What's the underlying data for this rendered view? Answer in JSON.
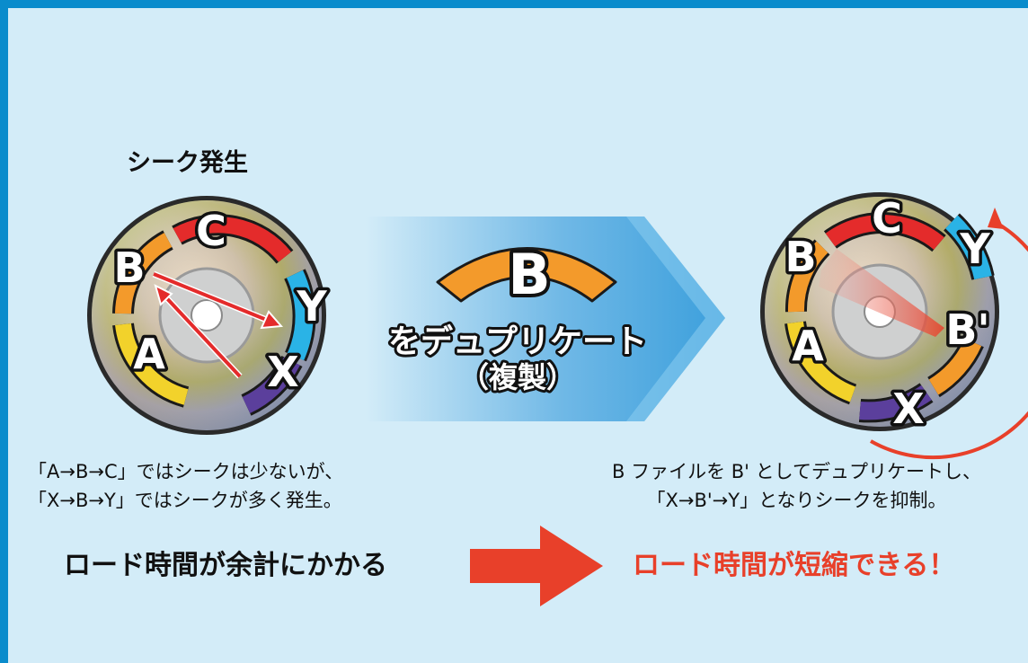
{
  "left_title": "シーク発生",
  "center": {
    "file_letter": "B",
    "action_line1": "をデュプリケート",
    "action_line2": "（複製）"
  },
  "left_disc": {
    "labels": [
      "C",
      "B",
      "A",
      "Y",
      "X"
    ]
  },
  "right_disc": {
    "labels": [
      "C",
      "B",
      "A",
      "Y",
      "B'",
      "X"
    ]
  },
  "left_caption": {
    "line1": "「A→B→C」ではシークは少ないが、",
    "line2": "「X→B→Y」ではシークが多く発生。"
  },
  "right_caption": {
    "line1": "B ファイルを B' としてデュプリケートし、",
    "line2": "「X→B'→Y」となりシークを抑制。"
  },
  "result_left": "ロード時間が余計にかかる",
  "result_right": "ロード時間が短縮できる！",
  "colors": {
    "background": "#d3ecf8",
    "border": "#0a8ccc",
    "segment_C": "#e42b2b",
    "segment_B": "#f39a2b",
    "segment_A": "#f2d22b",
    "segment_Y": "#2ab3e6",
    "segment_X": "#5b3f9c",
    "arrow_red": "#e8402a"
  }
}
